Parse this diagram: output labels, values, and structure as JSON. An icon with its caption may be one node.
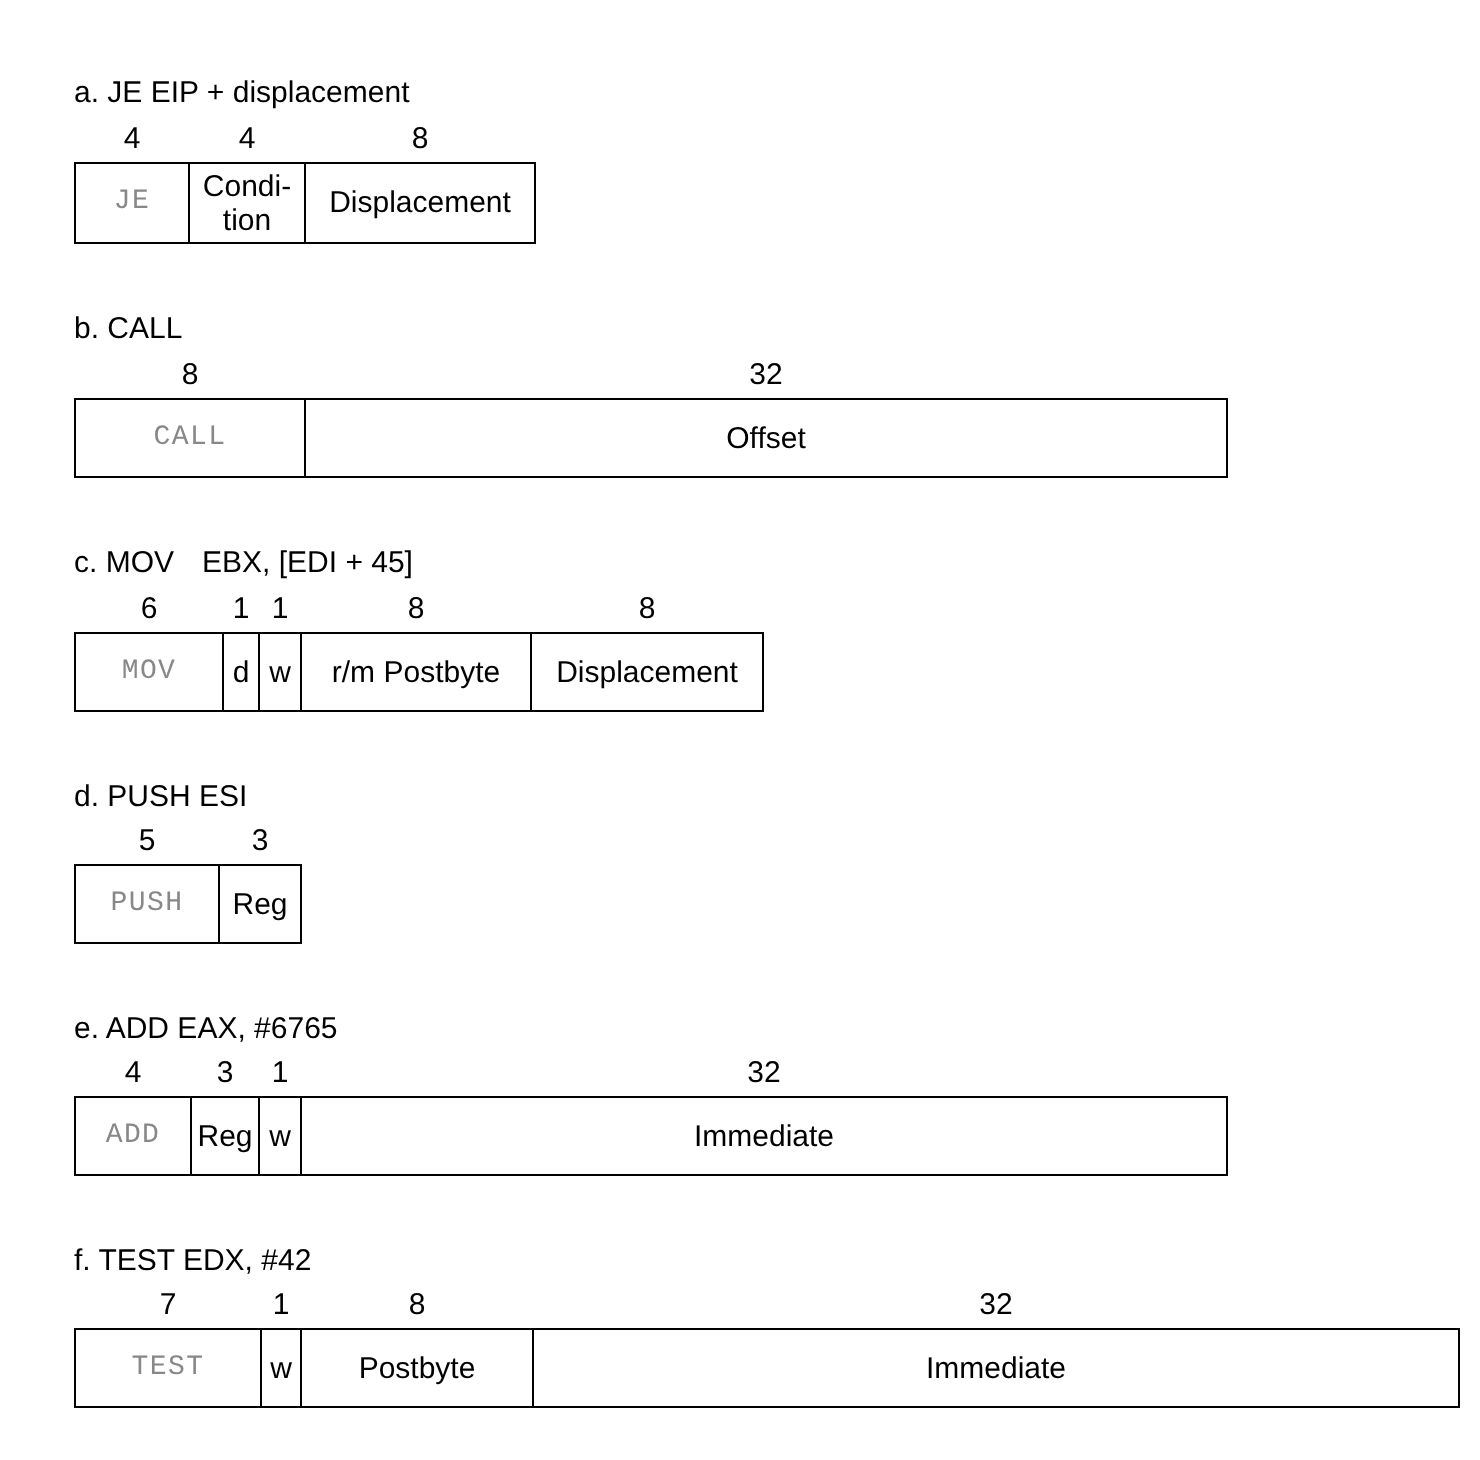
{
  "diagram": {
    "nodes": [
      {
        "text": [
          "JE"
        ],
        "beside": [
          "4"
        ]
      },
      {
        "text": [
          "Condi- tion"
        ],
        "beside": [
          "4"
        ]
      },
      {
        "text": [
          "Displacement"
        ],
        "beside": [
          "8"
        ]
      },
      {
        "text": [
          "CALL"
        ],
        "beside": [
          "8"
        ]
      },
      {
        "text": [
          "Offset"
        ],
        "beside": [
          "32"
        ]
      },
      {
        "text": [
          "MOV"
        ],
        "beside": [
          "6"
        ]
      },
      {
        "text": [
          "d"
        ],
        "beside": [
          "1"
        ]
      },
      {
        "text": [
          "w"
        ],
        "beside": [
          "1"
        ]
      },
      {
        "text": [
          "r/m Postbyte"
        ],
        "beside": [
          "8"
        ]
      },
      {
        "text": [
          "Displacement"
        ],
        "beside": [
          "8"
        ]
      },
      {
        "text": [
          "PUSH"
        ],
        "beside": [
          "5"
        ]
      },
      {
        "text": [
          "Reg"
        ],
        "beside": [
          "3"
        ]
      },
      {
        "text": [
          "ADD"
        ],
        "beside": [
          "4"
        ]
      },
      {
        "text": [
          "Reg"
        ],
        "beside": [
          "3"
        ]
      },
      {
        "text": [
          "w"
        ],
        "beside": [
          "1"
        ]
      },
      {
        "text": [
          "Immediate"
        ],
        "beside": [
          "32"
        ]
      },
      {
        "text": [
          "TEST"
        ],
        "beside": [
          "7"
        ]
      },
      {
        "text": [
          "w"
        ],
        "beside": [
          "1"
        ]
      },
      {
        "text": [
          "Postbyte"
        ],
        "beside": [
          "8"
        ]
      },
      {
        "text": [
          "Immediate"
        ],
        "beside": [
          "32"
        ]
      }
    ],
    "labels": [
      "a. JE EIP + displacement",
      "b. CALL",
      "c. MOV",
      "EBX, [EDI + 45]",
      "d. PUSH ESI",
      "e. ADD EAX, #6765",
      "f. TEST EDX, #42"
    ]
  }
}
